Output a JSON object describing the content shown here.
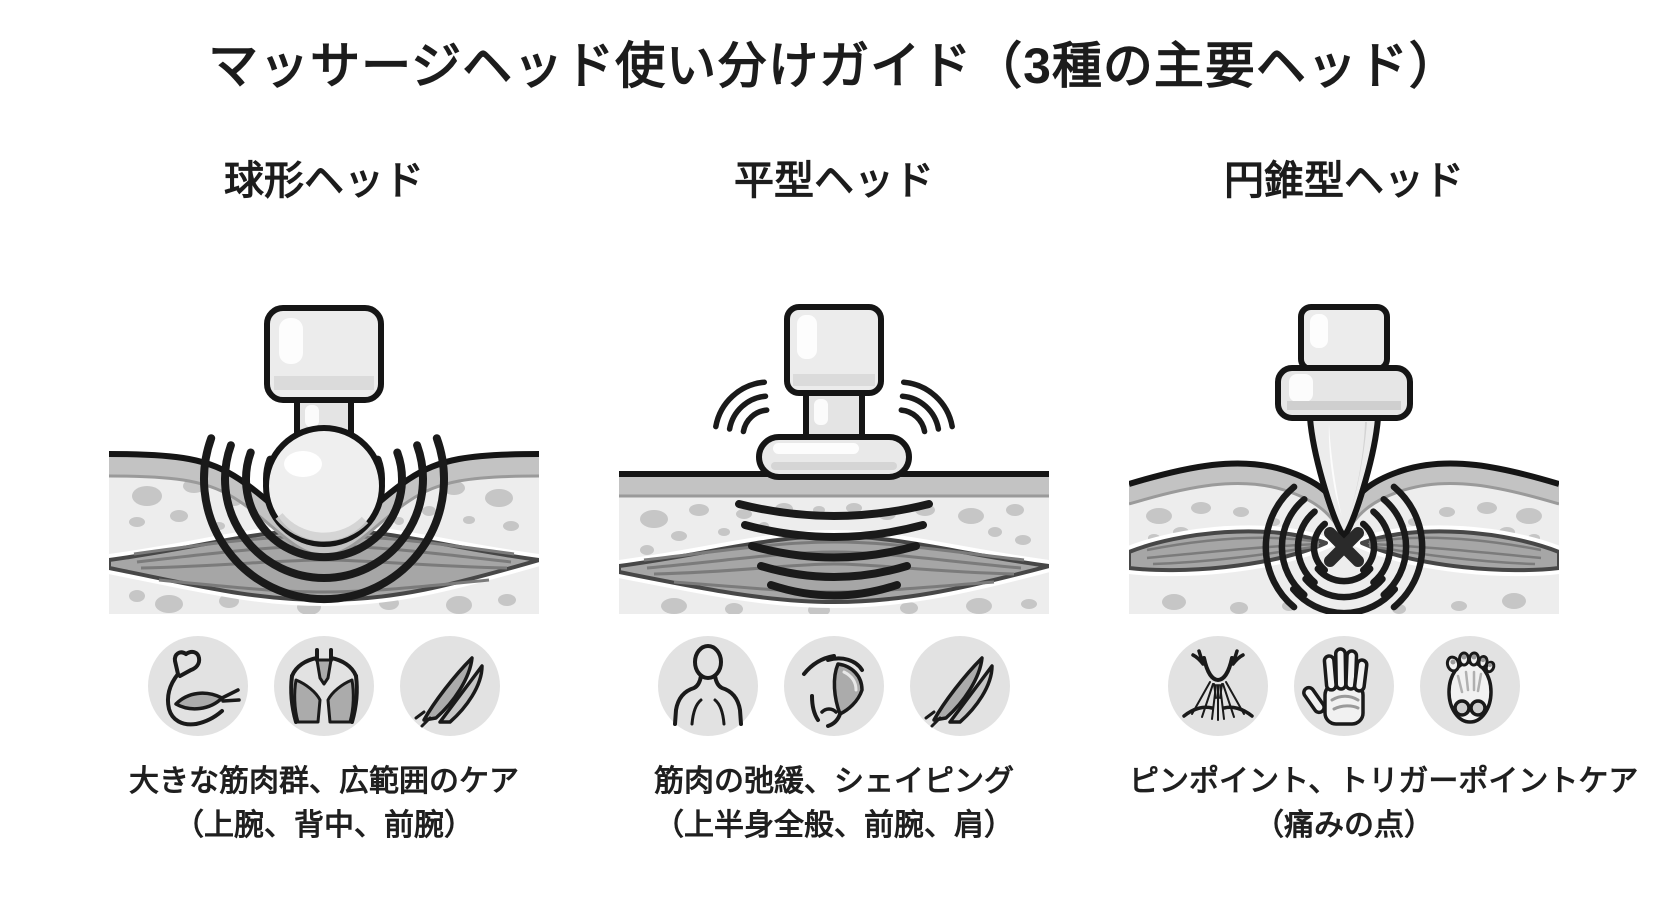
{
  "title": "マッサージヘッド使い分けガイド（3種の主要ヘッド）",
  "columns": [
    {
      "id": "spherical-head",
      "header": "球形ヘッド",
      "caption_line1": "大きな筋肉群、広範囲のケア",
      "caption_line2": "（上腕、背中、前腕）",
      "icons": [
        "bicep-arm-icon",
        "back-muscles-icon",
        "forearm-muscles-icon"
      ]
    },
    {
      "id": "flat-head",
      "header": "平型ヘッド",
      "caption_line1": "筋肉の弛緩、シェイピング",
      "caption_line2": "（上半身全般、前腕、肩）",
      "icons": [
        "upper-body-icon",
        "shoulder-muscle-icon",
        "forearm-muscles-icon"
      ]
    },
    {
      "id": "cone-head",
      "header": "円錐型ヘッド",
      "caption_line1": "ピンポイント、トリガーポイントケア",
      "caption_line2": "（痛みの点）",
      "icons": [
        "neck-muscles-icon",
        "palm-hand-icon",
        "foot-sole-icon"
      ]
    }
  ],
  "colors": {
    "background": "#ffffff",
    "outline": "#1a1a1a",
    "skin": "#c3c3c3",
    "fat": "#ededed",
    "fat_bubble": "#c6c6c6",
    "muscle": "#a6a6a6",
    "muscle_fiber": "#7b7b7b",
    "device": "#ececec",
    "icon_circle": "#e2e2e2",
    "text": "#1f1f1f"
  }
}
